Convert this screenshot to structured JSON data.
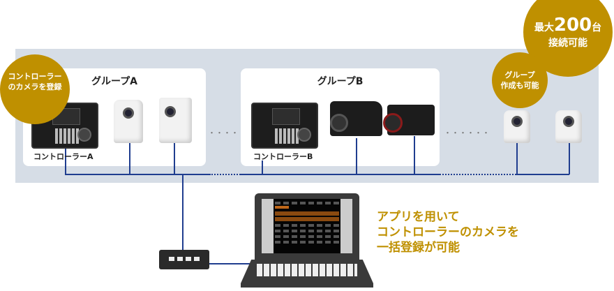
{
  "groups": [
    {
      "title": "グループA",
      "controller_label": "コントローラーA"
    },
    {
      "title": "グループB",
      "controller_label": "コントローラーB"
    }
  ],
  "badges": {
    "register": {
      "line1": "コントローラー",
      "line2": "のカメラを登録"
    },
    "max": {
      "prefix": "最大",
      "number": "200",
      "suffix": "台",
      "line2": "接続可能"
    },
    "group": {
      "line1": "グループ",
      "line2": "作成も可能"
    }
  },
  "ellipsis": "・・・・",
  "ellipsis2": "・・・・・・",
  "note": {
    "line1": "アプリを用いて",
    "line2": "コントローラーのカメラを",
    "line3": "一括登録が可能"
  },
  "colors": {
    "gold": "#bf9000",
    "bus": "#1f3d8f",
    "panel": "#d6dde6"
  }
}
